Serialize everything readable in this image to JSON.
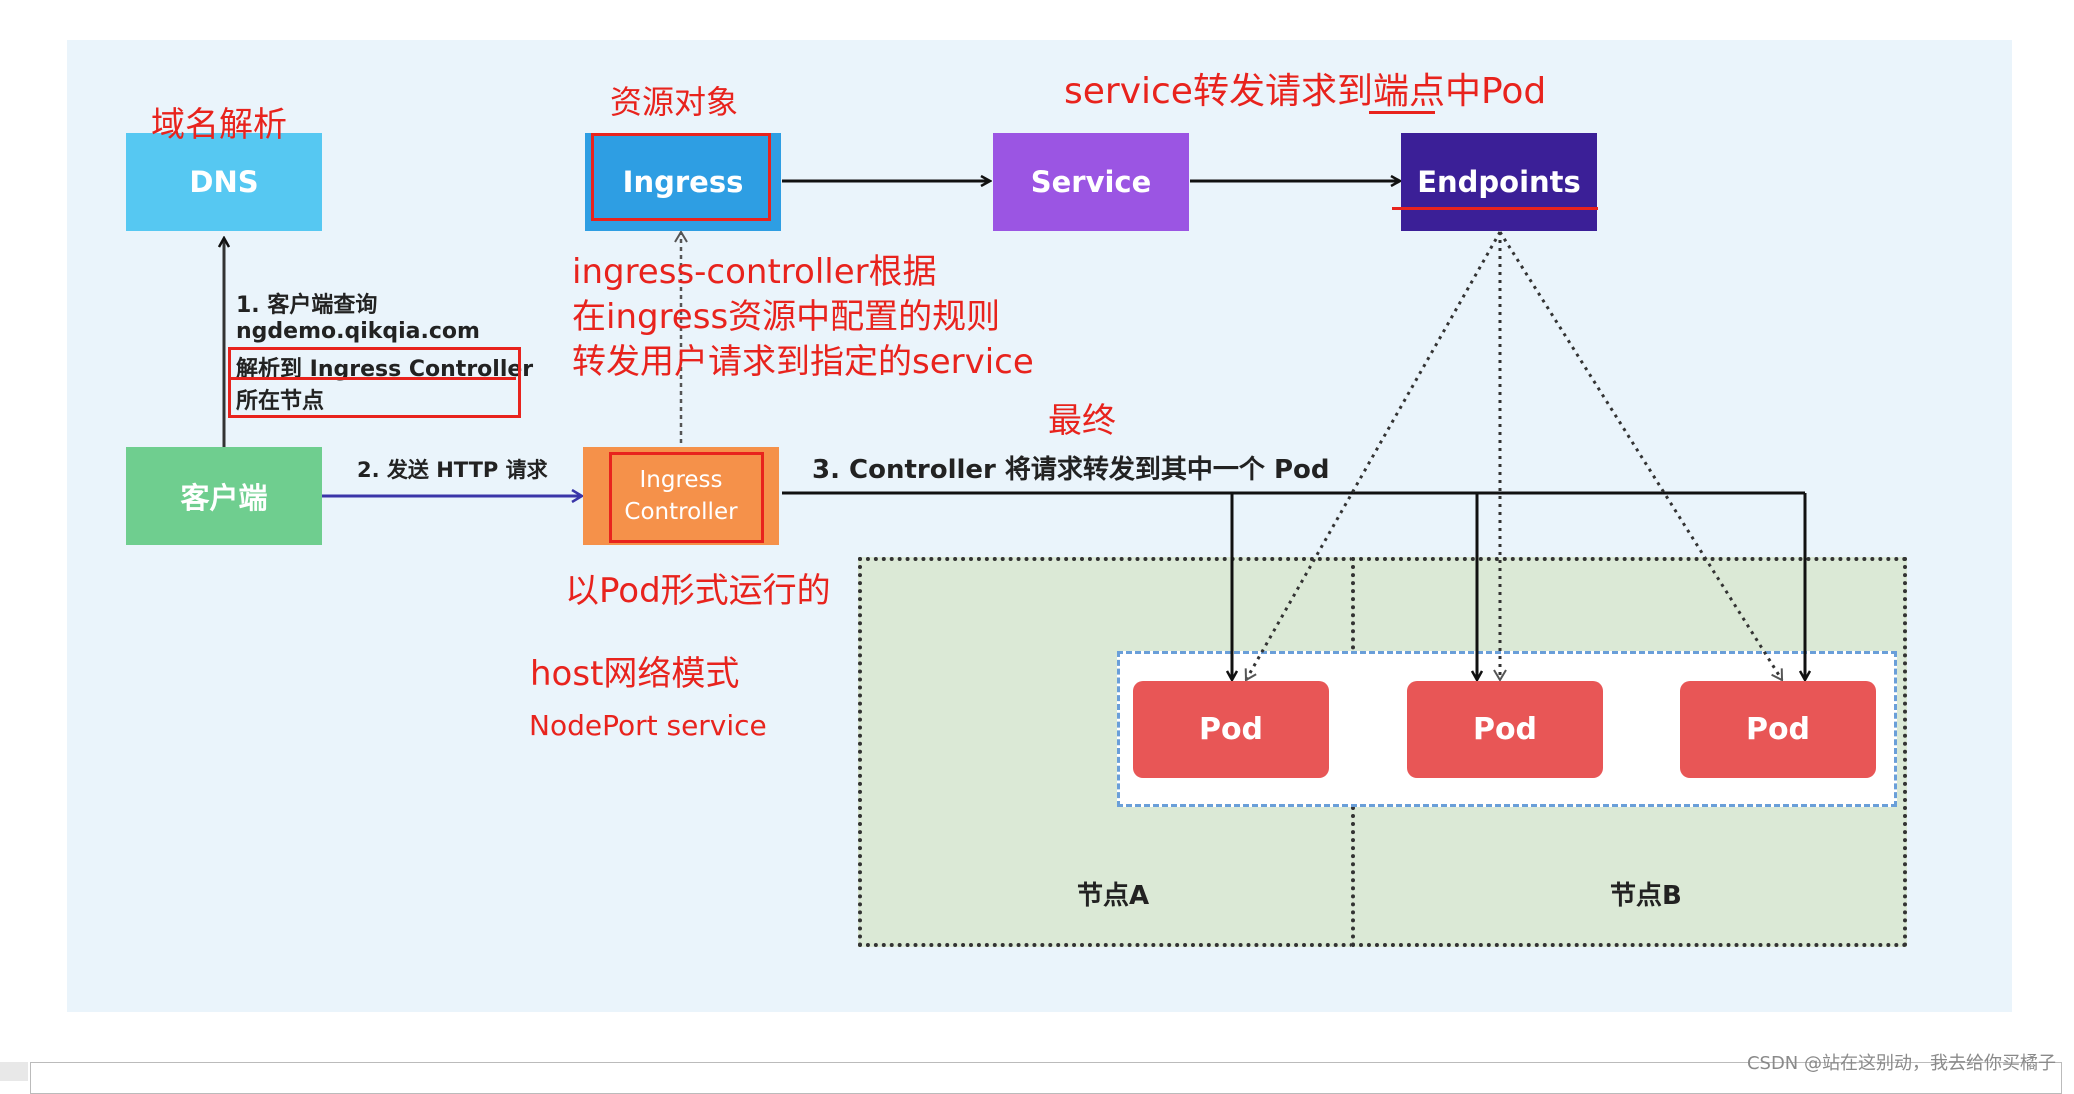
{
  "boxes": {
    "dns": "DNS",
    "ingress": "Ingress",
    "service": "Service",
    "endpoints": "Endpoints",
    "client": "客户端",
    "controller_line1": "Ingress",
    "controller_line2": "Controller",
    "pod": "Pod"
  },
  "nodes": {
    "a": "节点A",
    "b": "节点B"
  },
  "steps": {
    "step1_line1": "1. 客户端查询",
    "step1_line2": "ngdemo.qikqia.com",
    "step1_line3": "解析到 Ingress Controller",
    "step1_line4": "所在节点",
    "step2": "2. 发送 HTTP 请求",
    "step3": "3. Controller 将请求转发到其中一个 Pod"
  },
  "annotations": {
    "domain_resolve": "域名解析",
    "resource_object": "资源对象",
    "service_forward": "service转发请求到端点中Pod",
    "controller_rule_1": "ingress-controller根据",
    "controller_rule_2": "在ingress资源中配置的规则",
    "controller_rule_3": "转发用户请求到指定的service",
    "finally": "最终",
    "pod_form": "以Pod形式运行的",
    "host_mode": "host网络模式",
    "nodeport": "NodePort service"
  },
  "watermark": "CSDN @站在这别动，我去给你买橘子",
  "colors": {
    "background": "#eaf4fb",
    "dns": "#56c8f2",
    "ingress": "#2e9ee3",
    "service": "#9b55e3",
    "endpoints": "#3b1f97",
    "client": "#6fce8f",
    "controller": "#f5914a",
    "pod": "#e85656",
    "node": "#dbe9d6",
    "annotation": "#e8231d"
  }
}
